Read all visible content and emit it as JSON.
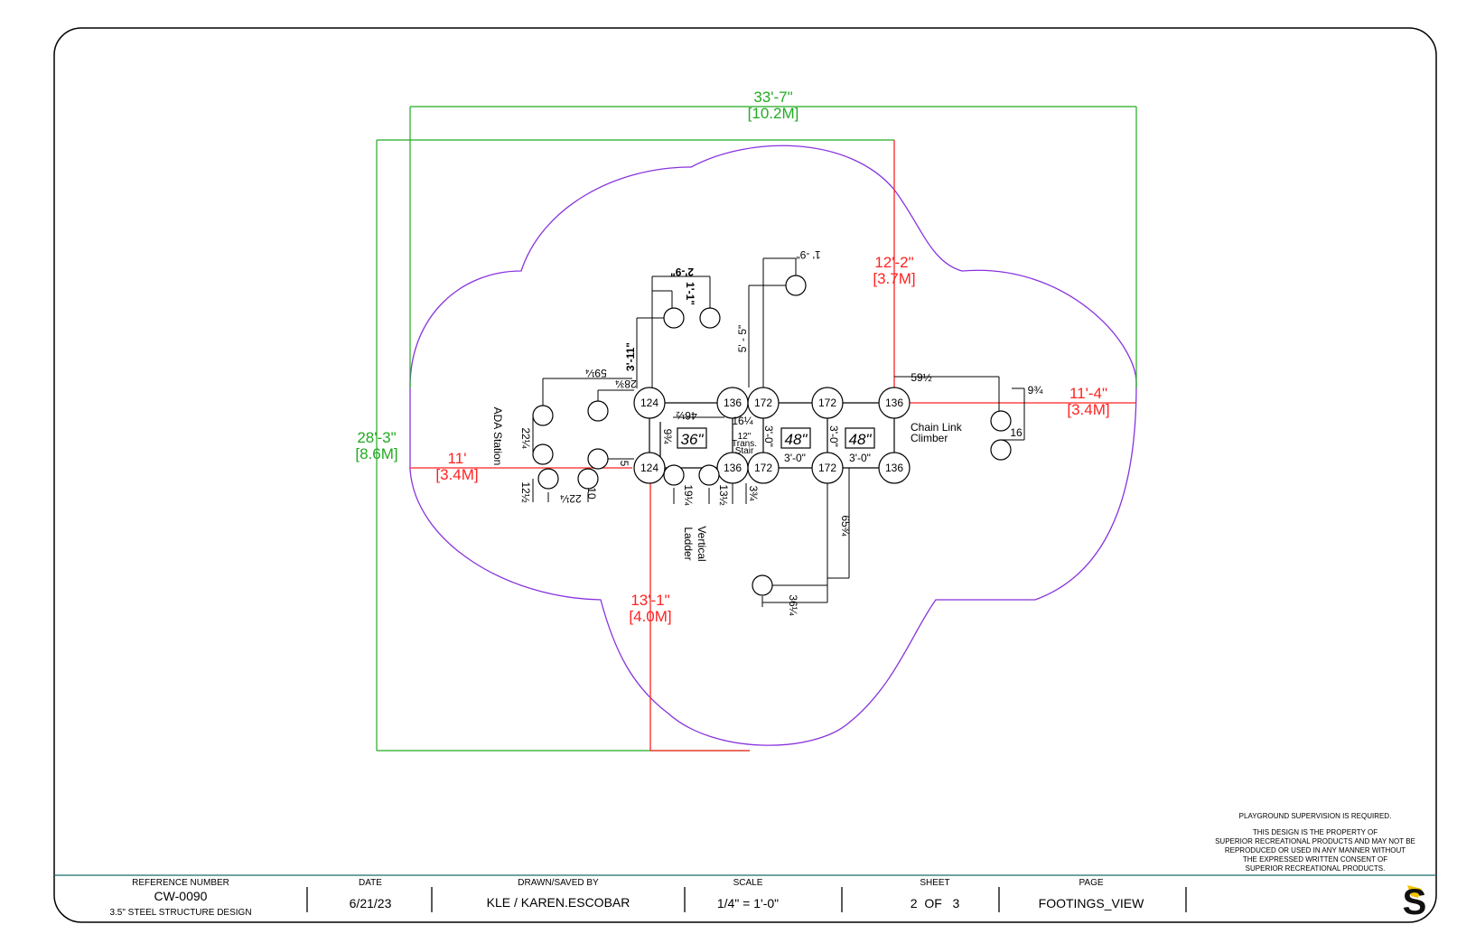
{
  "dimensions": {
    "overall_width_ft": "33'-7\"",
    "overall_width_m": "[10.2M]",
    "overall_depth_ft": "28'-3\"",
    "overall_depth_m": "[8.6M]",
    "top_ft": "12'-2\"",
    "top_m": "[3.7M]",
    "right_ft": "11'-4\"",
    "right_m": "[3.4M]",
    "left_ft": "11'",
    "left_m": "[3.4M]",
    "bottom_ft": "13'-1\"",
    "bottom_m": "[4.0M]"
  },
  "posts": {
    "p1": "124",
    "p2": "136",
    "p3": "172",
    "p4": "172",
    "p5": "136",
    "p6": "124",
    "p7": "136",
    "p8": "172",
    "p9": "172",
    "p10": "136"
  },
  "decks": {
    "d1": "36\"",
    "d2": "48\"",
    "d3": "48\""
  },
  "measures": {
    "m_1_9": "1' -9\"",
    "m_2_9": "2'-9\"",
    "m_1_1": "1'-1\"",
    "m_3_11": "3'-11\"",
    "m_5_5": "5' - 5\"",
    "m_59_half": "59½",
    "m_59_quarter": "59¼",
    "m_28_3q": "28¾",
    "m_46_half": "46½",
    "m_16_quarter": "16¼",
    "m_9_3q": "9¾",
    "m_16": "16",
    "m_22_quarter_a": "22¼",
    "m_12_half": "12½",
    "m_22_quarter_b": "22¼",
    "m_10": "10",
    "m_5": "5",
    "m_19_quarter": "19¼",
    "m_13_half": "13½",
    "m_3_3q": "3¾",
    "m_65_3q": "65¾",
    "m_36_quarter": "36¼",
    "m_3_0_a": "3'-0\"",
    "m_3_0_b": "3'-0\"",
    "m_3_0_c": "3'-0\"",
    "m_3_0_d": "3'-0\"",
    "m_9_3q_b": "9¾"
  },
  "labels": {
    "ada_station": "ADA Station",
    "chain_link": "Chain Link",
    "climber": "Climber",
    "vertical": "Vertical",
    "ladder": "Ladder",
    "trans_12": "12\"",
    "trans": "Trans.",
    "stair": "Stair"
  },
  "notes": {
    "supervision": "PLAYGROUND SUPERVISION IS REQUIRED.",
    "property_1": "THIS DESIGN IS THE PROPERTY OF",
    "property_2": "SUPERIOR RECREATIONAL PRODUCTS AND MAY NOT BE",
    "property_3": "REPRODUCED OR USED IN ANY MANNER WITHOUT",
    "property_4": "THE EXPRESSED WRITTEN CONSENT OF",
    "property_5": "SUPERIOR RECREATIONAL PRODUCTS."
  },
  "title_block": {
    "ref_label": "REFERENCE NUMBER",
    "ref_value": "CW-0090",
    "ref_sub": "3.5\" STEEL STRUCTURE DESIGN",
    "date_label": "DATE",
    "date_value": "6/21/23",
    "drawn_label": "DRAWN/SAVED BY",
    "drawn_value": "KLE / KAREN.ESCOBAR",
    "scale_label": "SCALE",
    "scale_value": "1/4\" = 1'-0\"",
    "sheet_label": "SHEET",
    "sheet_value": "2  OF   3",
    "page_label": "PAGE",
    "page_value": "FOOTINGS_VIEW",
    "logo_letter": "S"
  },
  "colors": {
    "green": "#22aa22",
    "red": "#ff2222",
    "purple": "#8833dd",
    "frame": "#1a6b6b",
    "logo_yellow": "#f5c400"
  }
}
